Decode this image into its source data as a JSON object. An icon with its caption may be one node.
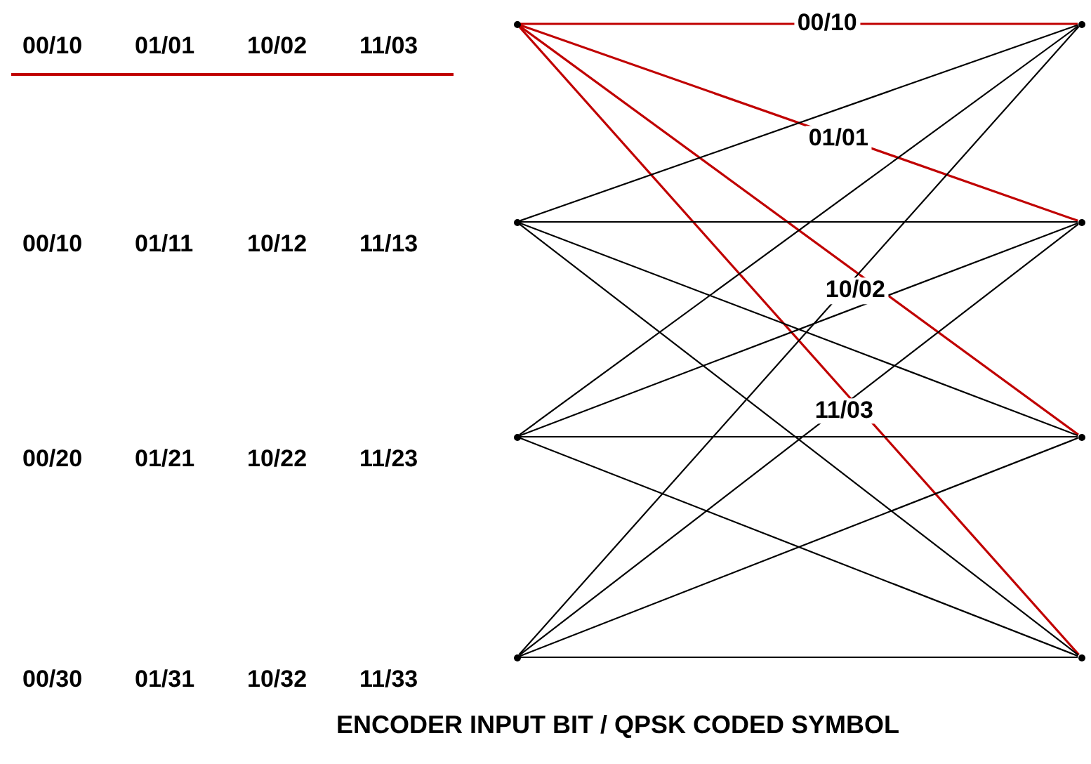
{
  "diagram": {
    "caption": "ENCODER INPUT BIT / QPSK CODED SYMBOL",
    "nodes": [
      {
        "text": [],
        "shape": "circle",
        "beside": [
          "00/10",
          "01/01",
          "10/02",
          "11/03"
        ]
      },
      {
        "text": [],
        "shape": "circle",
        "beside": [
          "00/10",
          "01/11",
          "10/12",
          "11/13"
        ]
      },
      {
        "text": [],
        "shape": "circle",
        "beside": [
          "00/20",
          "01/21",
          "10/22",
          "11/23"
        ]
      },
      {
        "text": [],
        "shape": "circle",
        "beside": [
          "00/30",
          "01/31",
          "10/32",
          "11/33"
        ]
      },
      {
        "text": [],
        "shape": "circle"
      },
      {
        "text": [],
        "shape": "circle"
      },
      {
        "text": [],
        "shape": "circle"
      },
      {
        "text": [],
        "shape": "circle"
      }
    ],
    "edges": [
      {
        "from": 0,
        "to": 4,
        "arrow": "none",
        "label": "00/10",
        "color": "#c00000"
      },
      {
        "from": 0,
        "to": 5,
        "arrow": "none",
        "label": "01/01",
        "color": "#c00000"
      },
      {
        "from": 0,
        "to": 6,
        "arrow": "none",
        "label": "10/02",
        "color": "#c00000"
      },
      {
        "from": 0,
        "to": 7,
        "arrow": "none",
        "label": "11/03",
        "color": "#c00000"
      },
      {
        "from": 1,
        "to": 4,
        "arrow": "none"
      },
      {
        "from": 1,
        "to": 5,
        "arrow": "none"
      },
      {
        "from": 1,
        "to": 6,
        "arrow": "none"
      },
      {
        "from": 1,
        "to": 7,
        "arrow": "none"
      },
      {
        "from": 2,
        "to": 4,
        "arrow": "none"
      },
      {
        "from": 2,
        "to": 5,
        "arrow": "none"
      },
      {
        "from": 2,
        "to": 6,
        "arrow": "none"
      },
      {
        "from": 2,
        "to": 7,
        "arrow": "none"
      },
      {
        "from": 3,
        "to": 4,
        "arrow": "none"
      },
      {
        "from": 3,
        "to": 5,
        "arrow": "none"
      },
      {
        "from": 3,
        "to": 6,
        "arrow": "none"
      },
      {
        "from": 3,
        "to": 7,
        "arrow": "none"
      }
    ]
  }
}
